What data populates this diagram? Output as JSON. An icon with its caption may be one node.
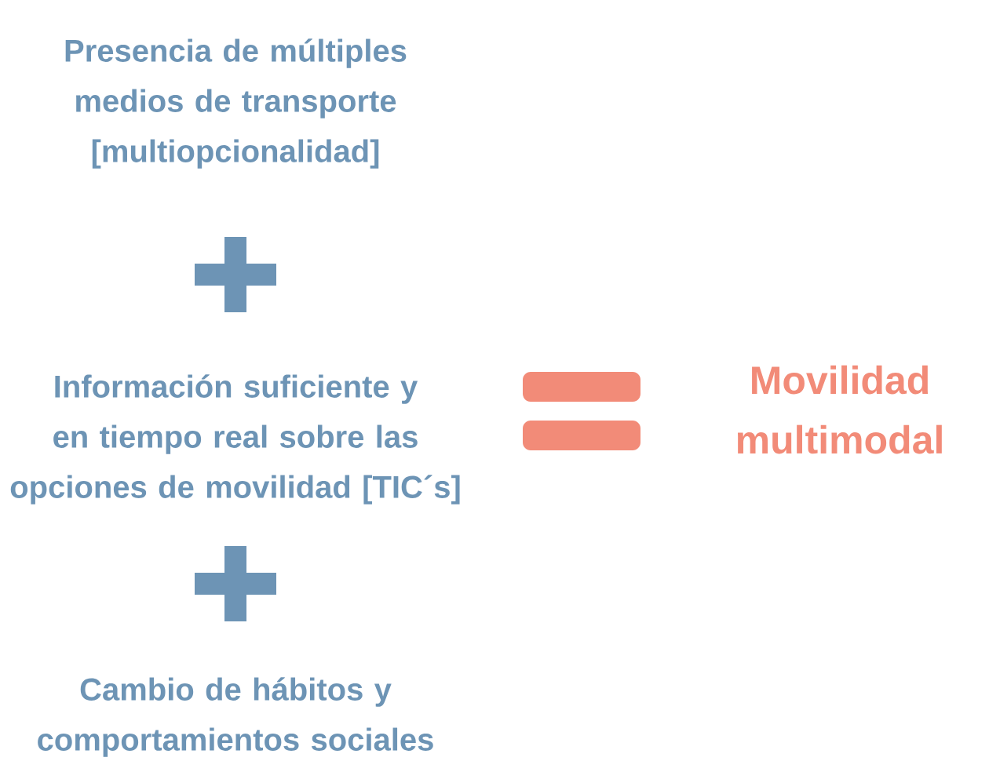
{
  "diagram": {
    "nodes": [
      {
        "text": [
          "Presencia de múltiples medios de transporte [multiopcionalidad]"
        ]
      },
      {
        "text": [
          "Información suficiente y en tiempo real sobre las opciones de movilidad [TIC´s]"
        ]
      },
      {
        "text": [
          "Cambio de hábitos y comportamientos sociales"
        ]
      },
      {
        "text": [
          "Movilidad multimodal"
        ]
      }
    ]
  }
}
